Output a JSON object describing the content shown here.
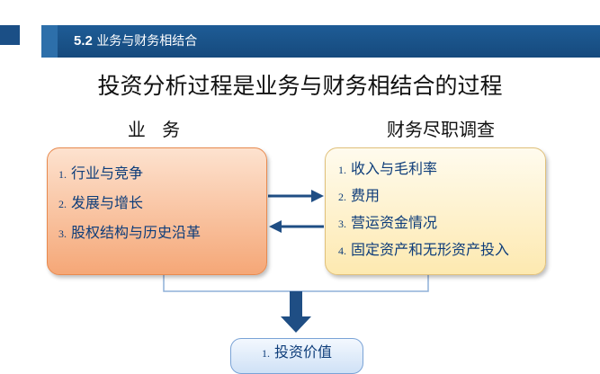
{
  "header": {
    "section_number": "5.2",
    "section_title": "业务与财务相结合"
  },
  "main_title": "投资分析过程是业务与财务相结合的过程",
  "left_column": {
    "heading": "业 务",
    "items": [
      {
        "num": "1.",
        "text": "行业与竞争"
      },
      {
        "num": "2.",
        "text": "发展与增长"
      },
      {
        "num": "3.",
        "text": "股权结构与历史沿革"
      }
    ]
  },
  "right_column": {
    "heading": "财务尽职调查",
    "items": [
      {
        "num": "1.",
        "text": "收入与毛利率"
      },
      {
        "num": "2.",
        "text": "费用"
      },
      {
        "num": "3.",
        "text": "营运资金情况"
      },
      {
        "num": "4.",
        "text": "固定资产和无形资产投入"
      }
    ]
  },
  "bottom": {
    "num": "1.",
    "text": "投资价值"
  },
  "colors": {
    "header_bg": "#1b4f86",
    "item_text": "#0e3d7a",
    "arrow": "#1f4e84"
  }
}
